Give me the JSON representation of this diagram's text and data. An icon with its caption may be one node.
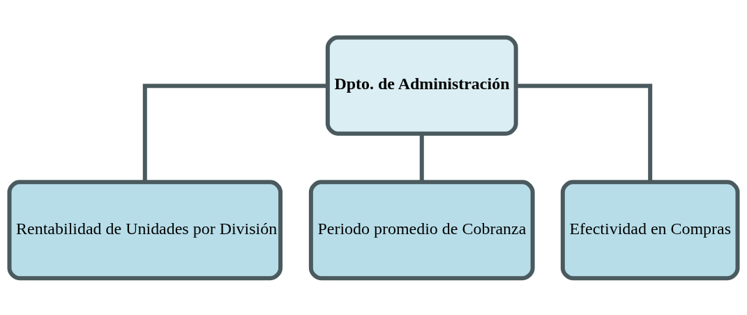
{
  "diagram": {
    "nodes": [
      {
        "text": [
          "Dpto. de Administración"
        ]
      },
      {
        "text": [
          "Rentabilidad de Unidades por División"
        ]
      },
      {
        "text": [
          "Periodo promedio de Cobranza"
        ]
      },
      {
        "text": [
          "Efectividad en Compras"
        ]
      }
    ],
    "edges": [
      {
        "from": 0,
        "to": 1,
        "arrow": "none"
      },
      {
        "from": 0,
        "to": 2,
        "arrow": "none"
      },
      {
        "from": 0,
        "to": 3,
        "arrow": "none"
      }
    ]
  }
}
